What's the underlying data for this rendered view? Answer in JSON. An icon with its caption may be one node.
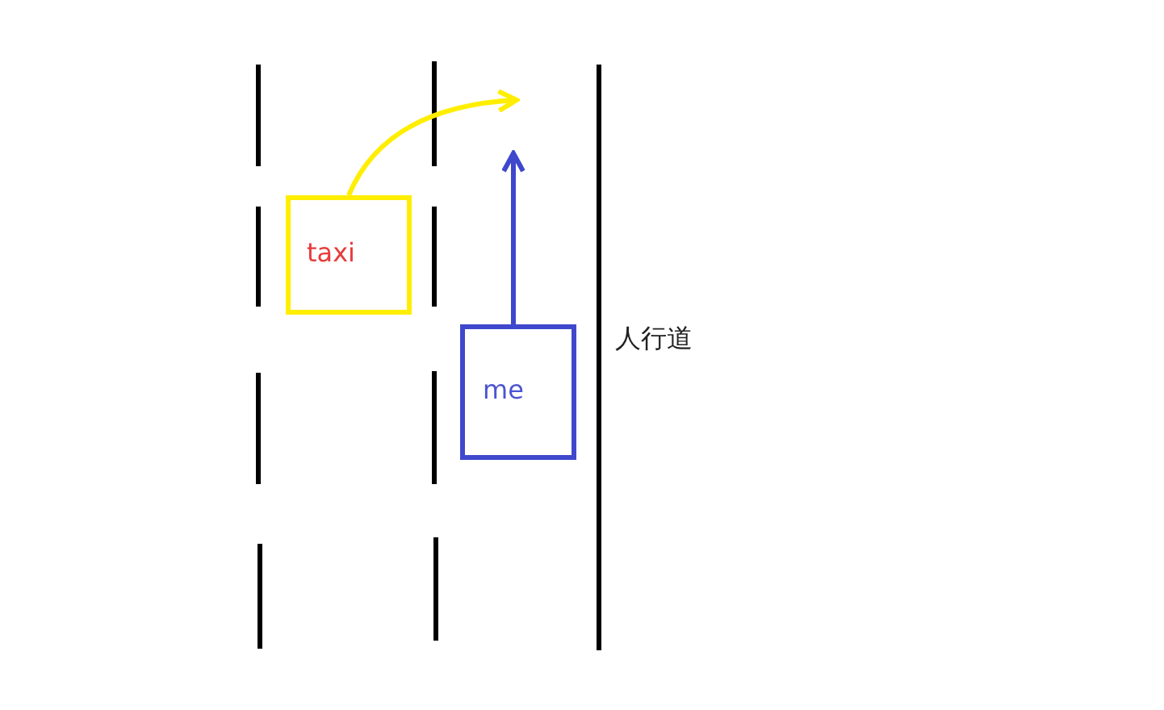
{
  "diagram": {
    "nodes": [
      {
        "text": [
          "taxi"
        ]
      },
      {
        "text": [
          "me"
        ]
      }
    ],
    "edges": [
      {
        "from": 0,
        "to": null,
        "arrow": "to",
        "color": "#ffee00"
      },
      {
        "from": 1,
        "to": null,
        "arrow": "to",
        "color": "#3f48cc"
      }
    ],
    "labels": [
      "人行道"
    ]
  }
}
